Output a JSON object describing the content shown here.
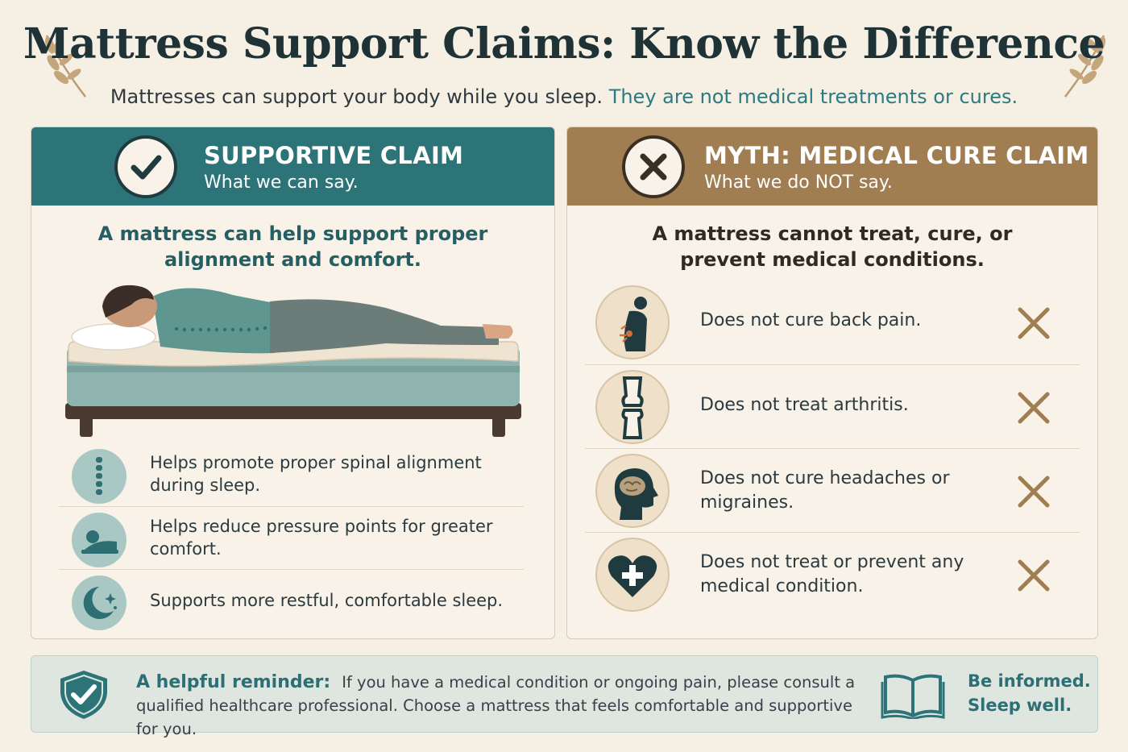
{
  "title": "Mattress Support Claims: Know the Difference",
  "subtitle": {
    "plain": "Mattresses can support your body while you sleep.",
    "accent": "They are not medical treatments or cures."
  },
  "colors": {
    "teal": "#2d7479",
    "tan": "#a07e51",
    "background": "#f6efe3"
  },
  "supportive": {
    "title": "SUPPORTIVE CLAIM",
    "subtitle": "What we can say.",
    "icon": "checkmark-icon",
    "lead": "A mattress can help support proper alignment and comfort.",
    "benefits": [
      {
        "icon": "spine-icon",
        "text": "Helps promote proper spinal alignment during sleep."
      },
      {
        "icon": "sleeper-pillow-icon",
        "text": "Helps reduce pressure points for greater comfort."
      },
      {
        "icon": "moon-stars-icon",
        "text": "Supports more restful, comfortable sleep."
      }
    ]
  },
  "myth": {
    "title": "MYTH: MEDICAL CURE CLAIM",
    "subtitle": "What we do NOT say.",
    "icon": "x-circle-icon",
    "lead": "A mattress cannot treat, cure, or prevent medical conditions.",
    "items": [
      {
        "icon": "back-pain-icon",
        "text": "Does not cure back pain."
      },
      {
        "icon": "knee-joint-icon",
        "text": "Does not treat arthritis."
      },
      {
        "icon": "head-brain-icon",
        "text": "Does not cure headaches or migraines."
      },
      {
        "icon": "heart-cross-icon",
        "text": "Does not treat or prevent any medical condition."
      }
    ]
  },
  "footer": {
    "label": "A helpful reminder:",
    "text": "If you have a medical condition or ongoing pain, please consult a qualified healthcare professional. Choose a mattress that feels comfortable and supportive for you.",
    "tagline_1": "Be informed.",
    "tagline_2": "Sleep well."
  }
}
